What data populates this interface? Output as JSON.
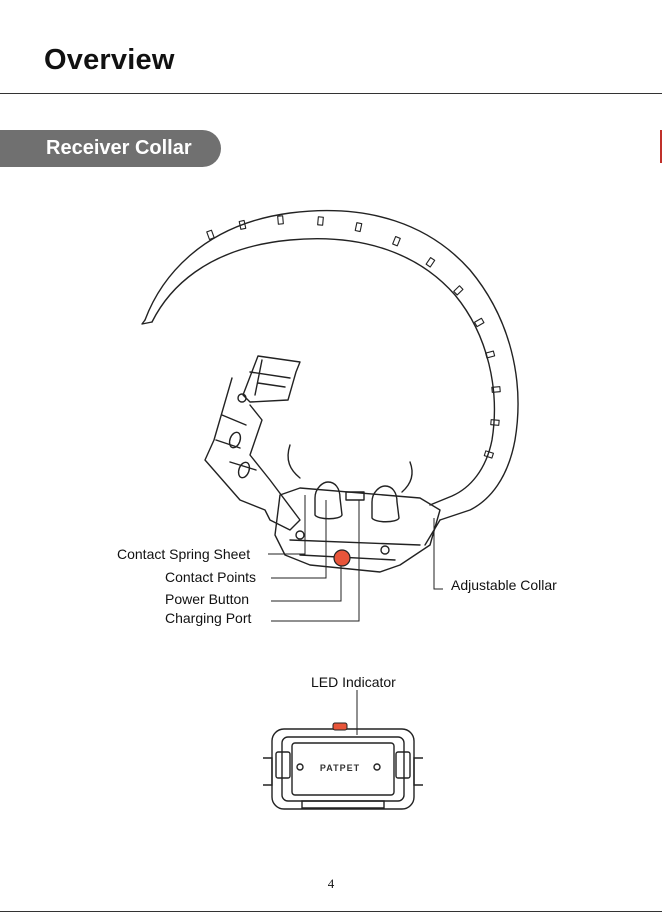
{
  "page": {
    "title": "Overview",
    "section_title": "Receiver Collar",
    "page_number": "4"
  },
  "callouts": {
    "contact_spring_sheet": "Contact Spring Sheet",
    "contact_points": "Contact Points",
    "power_button": "Power Button",
    "charging_port": "Charging Port",
    "adjustable_collar": "Adjustable Collar",
    "led_indicator": "LED Indicator"
  },
  "device": {
    "logo_text": "PATPET"
  },
  "colors": {
    "banner": "#707070",
    "power_button": "#e8553a",
    "led": "#e8553a",
    "line": "#222222"
  }
}
